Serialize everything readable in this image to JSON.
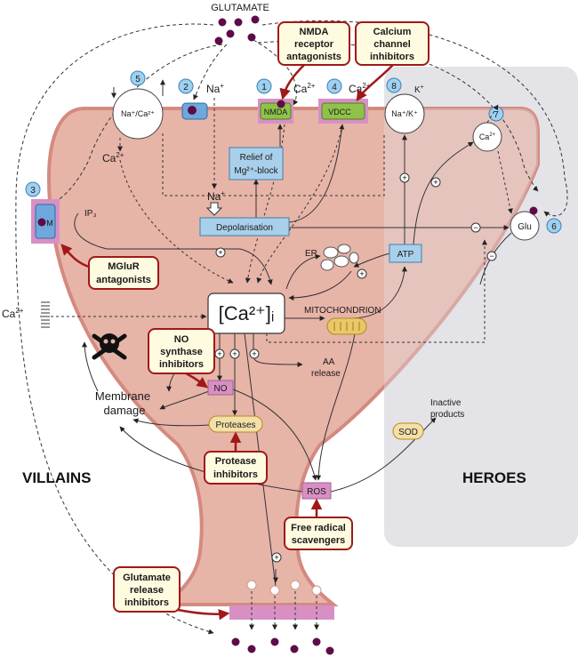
{
  "title": "GLUTAMATE",
  "regions": {
    "villains": "VILLAINS",
    "heroes": "HEROES"
  },
  "steps": [
    "1",
    "2",
    "3",
    "4",
    "5",
    "6",
    "7",
    "8"
  ],
  "ions": {
    "ca_plus": "Ca",
    "ca_sup": "2+",
    "na": "Na",
    "k": "K",
    "plus": "+",
    "na_k": "Na⁺/K⁺",
    "na_ca": "Na⁺/Ca²⁺"
  },
  "channels": {
    "nmda": "NMDA",
    "vdcc": "VDCC",
    "m": "M"
  },
  "labels": {
    "relief_1": "Relief of",
    "relief_2": "Mg²⁺-block",
    "depolarisation": "Depolarisation",
    "ip3": "IP₃",
    "er": "ER",
    "atp": "ATP",
    "ca_i": "[Ca²⁺]ᵢ",
    "mitochondrion": "MITOCHONDRION",
    "aa_1": "AA",
    "aa_2": "release",
    "no": "NO",
    "proteases": "Proteases",
    "membrane_1": "Membrane",
    "membrane_2": "damage",
    "ros": "ROS",
    "sod": "SOD",
    "inactive_1": "Inactive",
    "inactive_2": "products",
    "glu": "Glu"
  },
  "drugs": {
    "nmda_antag": [
      "NMDA",
      "receptor",
      "antagonists"
    ],
    "ca_channel": [
      "Calcium",
      "channel",
      "inhibitors"
    ],
    "mglur": [
      "MGluR",
      "antagonists"
    ],
    "no_synthase": [
      "NO",
      "synthase",
      "inhibitors"
    ],
    "protease": [
      "Protease",
      "inhibitors"
    ],
    "free_radical": [
      "Free radical",
      "scavengers"
    ],
    "glu_release": [
      "Glutamate",
      "release",
      "inhibitors"
    ]
  },
  "colors": {
    "cell_fill": "#e7b4a8",
    "cell_stroke": "#d48a80",
    "heroes_bg": "#e3e3e8",
    "drug_box_fill": "#fffbe0",
    "drug_box_stroke": "#a01818",
    "arrow_red": "#a01818",
    "blue_box": "#a9d0ea",
    "step_circle": "#9fd0ef",
    "nmda_green": "#8fc24a",
    "magenta": "#d890c4",
    "glutamate_dot": "#5e0c48"
  }
}
